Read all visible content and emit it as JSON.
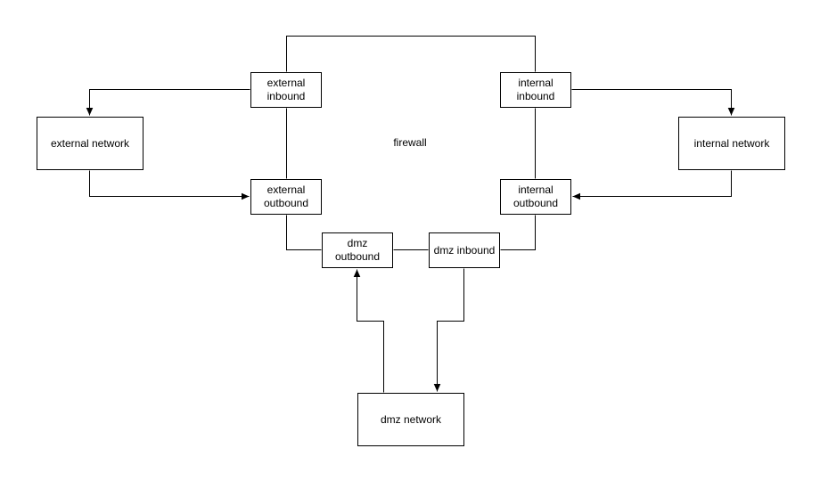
{
  "diagram": {
    "type": "network-firewall-flow-diagram",
    "colors": {
      "background": "#ffffff",
      "node_fill": "#ffffff",
      "stroke": "#000000",
      "text": "#000000"
    },
    "center_label": "firewall",
    "nodes": {
      "external_inbound": {
        "label": "external inbound"
      },
      "internal_inbound": {
        "label": "internal inbound"
      },
      "external_network": {
        "label": "external network"
      },
      "internal_network": {
        "label": "internal network"
      },
      "external_outbound": {
        "label": "external outbound"
      },
      "internal_outbound": {
        "label": "internal outbound"
      },
      "dmz_outbound": {
        "label": "dmz outbound"
      },
      "dmz_inbound": {
        "label": "dmz inbound"
      },
      "dmz_network": {
        "label": "dmz network"
      }
    },
    "edges": [
      {
        "from": "external inbound",
        "to": "internal inbound",
        "arrow": false,
        "route": "over-the-top bracket"
      },
      {
        "from": "external inbound",
        "to": "external network",
        "arrow": true,
        "route": "left then down into top of external network"
      },
      {
        "from": "external network",
        "to": "external outbound",
        "arrow": true,
        "route": "down then right into left side of external outbound"
      },
      {
        "from": "internal inbound",
        "to": "internal network",
        "arrow": true,
        "route": "right then down into top of internal network"
      },
      {
        "from": "internal network",
        "to": "internal outbound",
        "arrow": true,
        "route": "down then left into right side of internal outbound"
      },
      {
        "from": "external inbound",
        "to": "external outbound",
        "arrow": false,
        "route": "straight vertical"
      },
      {
        "from": "internal inbound",
        "to": "internal outbound",
        "arrow": false,
        "route": "straight vertical"
      },
      {
        "from": "external outbound",
        "to": "dmz outbound",
        "arrow": false,
        "route": "down then right into left side of dmz outbound"
      },
      {
        "from": "internal outbound",
        "to": "dmz inbound",
        "arrow": false,
        "route": "down then left into right side of dmz inbound"
      },
      {
        "from": "dmz outbound",
        "to": "dmz inbound",
        "arrow": false,
        "route": "straight horizontal"
      },
      {
        "from": "dmz network",
        "to": "dmz outbound",
        "arrow": true,
        "route": "up, jog left, up into bottom of dmz outbound"
      },
      {
        "from": "dmz inbound",
        "to": "dmz network",
        "arrow": true,
        "route": "down, jog left, down into top of dmz network"
      }
    ]
  }
}
